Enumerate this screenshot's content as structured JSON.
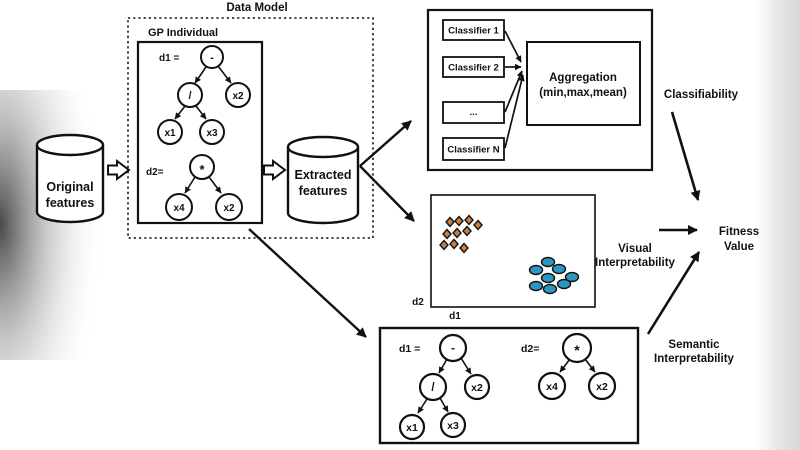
{
  "figure": {
    "data_model_label": "Data Model",
    "gp_individual_label": "GP Individual"
  },
  "cylinders": {
    "original": {
      "line1": "Original",
      "line2": "features"
    },
    "extracted": {
      "line1": "Extracted",
      "line2": "features"
    }
  },
  "trees": {
    "d1_label": "d1 =",
    "d2_label": "d2=",
    "d1": {
      "root": "-",
      "left": "/",
      "right": "x2",
      "leftleft": "x1",
      "leftright": "x3"
    },
    "d2": {
      "root": "*",
      "left": "x4",
      "right": "x2"
    }
  },
  "classifier_panel": {
    "items": [
      "Classifier 1",
      "Classifier 2",
      "...",
      "Classifier N"
    ],
    "aggregation": {
      "line1": "Aggregation",
      "line2": "(min,max,mean)"
    }
  },
  "scatter": {
    "x_label": "d1",
    "y_label": "d2",
    "diamond_cluster_count": 10,
    "ellipse_cluster_count": 8
  },
  "outputs": {
    "classifiability": "Classifiability",
    "visual": {
      "line1": "Visual",
      "line2": "Interpretability"
    },
    "semantic": {
      "line1": "Semantic",
      "line2": "Interpretability"
    },
    "fitness": {
      "line1": "Fitness",
      "line2": "Value"
    }
  },
  "colors": {
    "diamond_fill": "#c67f3e",
    "ellipse_fill": "#2d96bf",
    "line": "#111111",
    "background": "#ffffff"
  }
}
